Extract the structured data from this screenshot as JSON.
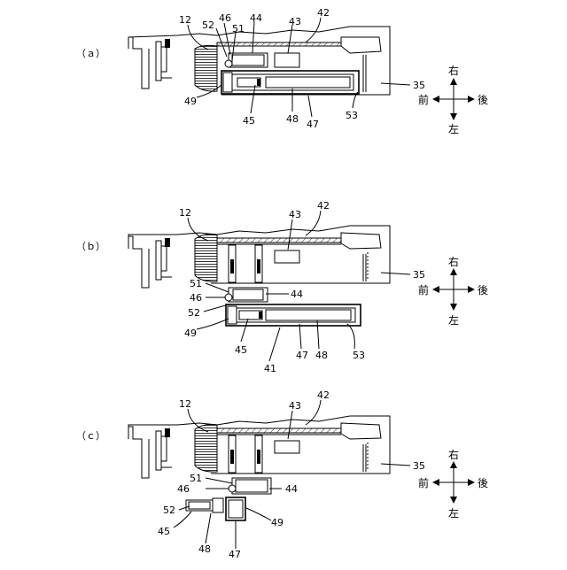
{
  "panels": [
    {
      "tag": "（ａ）",
      "labels": {
        "n12": "12",
        "n52": "52",
        "n46": "46",
        "n51": "51",
        "n44": "44",
        "n43": "43",
        "n42": "42",
        "n35": "35",
        "n49": "49",
        "n45": "45",
        "n48": "48",
        "n47": "47",
        "n53": "53"
      },
      "compass": {
        "up": "右",
        "down": "左",
        "left": "前",
        "right": "後"
      }
    },
    {
      "tag": "（ｂ）",
      "labels": {
        "n12": "12",
        "n43": "43",
        "n42": "42",
        "n35": "35",
        "n51": "51",
        "n44": "44",
        "n46": "46",
        "n52": "52",
        "n49": "49",
        "n45": "45",
        "n41": "41",
        "n47": "47",
        "n48": "48",
        "n53": "53"
      },
      "compass": {
        "up": "右",
        "down": "左",
        "left": "前",
        "right": "後"
      }
    },
    {
      "tag": "（ｃ）",
      "labels": {
        "n12": "12",
        "n43": "43",
        "n42": "42",
        "n35": "35",
        "n51": "51",
        "n46": "46",
        "n44": "44",
        "n52": "52",
        "n45": "45",
        "n48": "48",
        "n47": "47",
        "n49": "49"
      },
      "compass": {
        "up": "右",
        "down": "左",
        "left": "前",
        "right": "後"
      }
    }
  ]
}
